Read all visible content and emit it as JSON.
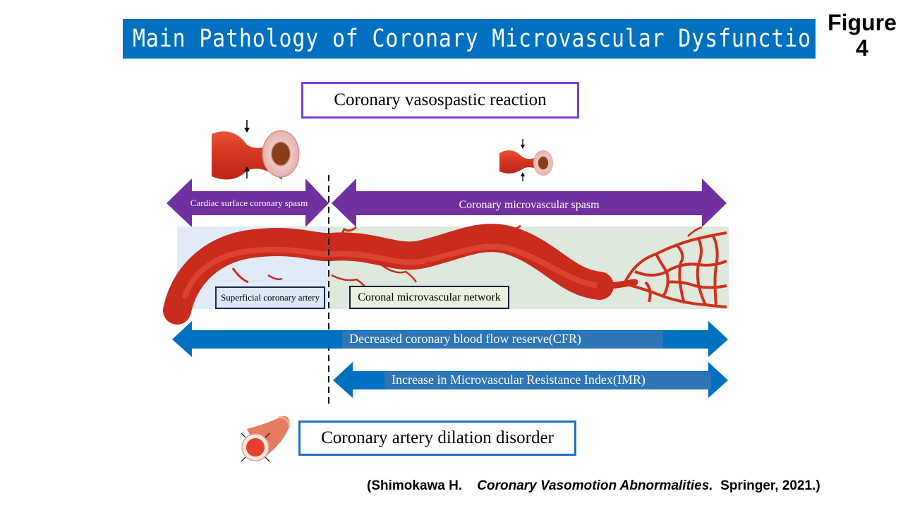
{
  "header": {
    "title": "Main Pathology of Coronary Microvascular Dysfunctio",
    "figure_label_line1": "Figure",
    "figure_label_line2": "4"
  },
  "diagram": {
    "top_box": "Coronary vasospastic reaction",
    "spasm_arrows": {
      "left": "Cardiac surface coronary spasm",
      "right": "Coronary microvascular spasm",
      "color": "#7030a0"
    },
    "vessel_labels": {
      "superficial": "Superficial coronary artery",
      "network": "Coronal microvascular network"
    },
    "flow_arrows": {
      "cfr": "Decreased coronary blood flow reserve(CFR)",
      "imr": "Increase in Microvascular Resistance Index(IMR)",
      "color": "#0070c0"
    },
    "bottom_box": "Coronary artery dilation disorder",
    "icons": [
      "constricted-artery-large-icon",
      "constricted-artery-small-icon",
      "dilated-artery-icon",
      "coronary-vessel-illustration"
    ]
  },
  "citation": {
    "prefix": "(Shimokawa H.",
    "book": "Coronary Vasomotion Abnormalities.",
    "suffix": "Springer, 2021.)"
  },
  "colors": {
    "title_bar": "#0070c0",
    "vessel_red": "#d9331f",
    "left_bg": "#e0ebf7",
    "right_bg": "#dfe8dc"
  }
}
